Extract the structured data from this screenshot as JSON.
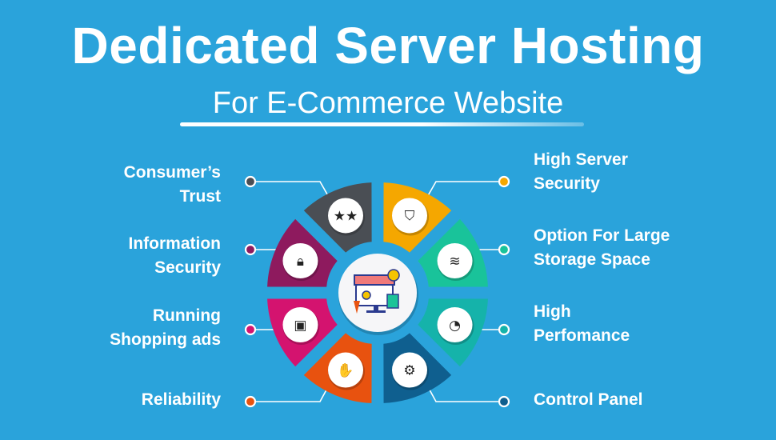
{
  "header": {
    "title": "Dedicated Server Hosting",
    "subtitle": "For E-Commerce Website"
  },
  "colors": {
    "background": "#2aa3db",
    "connector": "#ffffff"
  },
  "center_icon": "shop-storefront-icon",
  "features": [
    {
      "side": "left",
      "lines": [
        "Consumer’s",
        "Trust"
      ],
      "color": "#4a4e54",
      "icon": "customer-rating-icon",
      "icon_glyph": "★★"
    },
    {
      "side": "left",
      "lines": [
        "Information",
        "Security"
      ],
      "color": "#8e1a5e",
      "icon": "lock-icon",
      "icon_glyph": "🔒︎"
    },
    {
      "side": "left",
      "lines": [
        "Running",
        "Shopping ads"
      ],
      "color": "#d4136f",
      "icon": "monitor-ads-icon",
      "icon_glyph": "▣"
    },
    {
      "side": "left",
      "lines": [
        "Reliability"
      ],
      "color": "#e8520f",
      "icon": "handshake-icon",
      "icon_glyph": "✋"
    },
    {
      "side": "right",
      "lines": [
        "High Server",
        "Security"
      ],
      "color": "#f5a700",
      "icon": "shield-check-icon",
      "icon_glyph": "⛉"
    },
    {
      "side": "right",
      "lines": [
        "Option For Large",
        "Storage Space"
      ],
      "color": "#19c39a",
      "icon": "layers-stack-icon",
      "icon_glyph": "≋"
    },
    {
      "side": "right",
      "lines": [
        "High",
        "Perfomance"
      ],
      "color": "#15b3aa",
      "icon": "speedometer-icon",
      "icon_glyph": "◔"
    },
    {
      "side": "right",
      "lines": [
        "Control Panel"
      ],
      "color": "#0f5f8f",
      "icon": "control-panel-icon",
      "icon_glyph": "⚙"
    }
  ]
}
